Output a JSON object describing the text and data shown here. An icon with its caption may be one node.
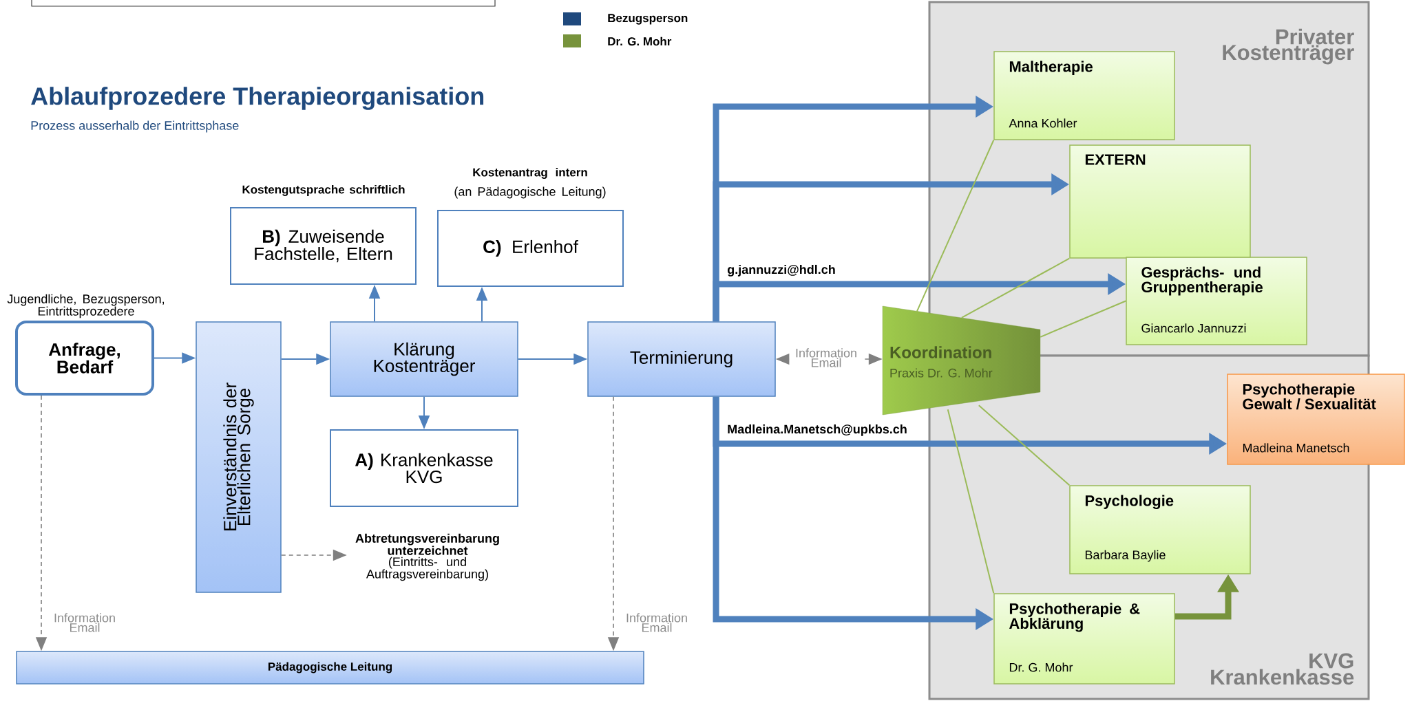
{
  "diagram": {
    "title": "Ablaufprozedere Therapieorganisation",
    "nodes": [
      {
        "text": [
          "Privater Kostenträger"
        ]
      },
      {
        "text": [
          "KVG Krankenkasse"
        ]
      },
      {
        "text": [
          "Anfrage, Bedarf"
        ],
        "beside": [
          "Jugendliche, Bezugsperson, Eintrittsprozedere"
        ]
      },
      {
        "text": [
          "Einverständnis der Elterlichen Sorge"
        ]
      },
      {
        "text": [
          "Klärung Kostenträger"
        ]
      },
      {
        "text": [
          "**B)** Zuweisende Fachstelle, Eltern"
        ],
        "beside": [
          "Kostengutsprache schriftlich"
        ]
      },
      {
        "text": [
          "**C)** Erlenhof"
        ],
        "beside": [
          "Kostenantrag intern",
          "(an Pädagogische Leitung)"
        ]
      },
      {
        "text": [
          "**A)** Krankenkasse KVG"
        ]
      },
      {
        "text": [
          "Terminierung"
        ]
      },
      {
        "text": [
          "Pädagogische Leitung"
        ]
      },
      {
        "text": [
          "Abtretungsvereinbarung unterzeichnet",
          "(Eintritts- und Auftragsvereinbarung)"
        ]
      },
      {
        "text": [
          "Koordination",
          "Praxis Dr. G. Mohr"
        ]
      },
      {
        "text": [
          "Maltherapie",
          "Anna Kohler"
        ],
        "in": 0
      },
      {
        "text": [
          "EXTERN"
        ],
        "in": 0
      },
      {
        "text": [
          "Gesprächs- und Gruppentherapie",
          "Giancarlo Jannuzzi"
        ],
        "in": 0
      },
      {
        "text": [
          "Psychotherapie Gewalt / Sexualität",
          "Madleina Manetsch"
        ]
      },
      {
        "text": [
          "Psychologie",
          "Barbara Baylie"
        ],
        "in": 1
      },
      {
        "text": [
          "Psychotherapie & Abklärung",
          "Dr. G. Mohr"
        ],
        "in": 1
      }
    ],
    "edges": [
      {
        "from": 2,
        "to": 3,
        "arrow": "to"
      },
      {
        "from": 3,
        "to": 4,
        "arrow": "to"
      },
      {
        "from": 4,
        "to": 5,
        "arrow": "to"
      },
      {
        "from": 4,
        "to": 6,
        "arrow": "to"
      },
      {
        "from": 4,
        "to": 7,
        "arrow": "to"
      },
      {
        "from": 4,
        "to": 8,
        "arrow": "to"
      },
      {
        "from": 3,
        "to": 10,
        "arrow": "to",
        "style": "dashed",
        "color": "#808080"
      },
      {
        "from": 2,
        "to": 9,
        "arrow": "to",
        "style": "dashed",
        "color": "#808080",
        "label": "Information Email"
      },
      {
        "from": 8,
        "to": 9,
        "arrow": "to",
        "style": "dashed",
        "color": "#808080",
        "label": "Information Email"
      },
      {
        "from": 8,
        "to": 11,
        "arrow": "both",
        "style": "dashed",
        "color": "#808080",
        "label": "Information Email"
      },
      {
        "from": 8,
        "to": 12,
        "arrow": "to",
        "style": "thick"
      },
      {
        "from": 8,
        "to": 13,
        "arrow": "to",
        "style": "thick"
      },
      {
        "from": 8,
        "to": 14,
        "arrow": "to",
        "style": "thick",
        "label": "g.jannuzzi@hdl.ch"
      },
      {
        "from": 8,
        "to": 15,
        "arrow": "to",
        "style": "thick",
        "label": "Madleina.Manetsch@upkbs.ch"
      },
      {
        "from": 8,
        "to": 17,
        "arrow": "to",
        "style": "thick"
      },
      {
        "from": 11,
        "to": 12,
        "arrow": "none",
        "color": "#9bbb59"
      },
      {
        "from": 11,
        "to": 13,
        "arrow": "none",
        "color": "#9bbb59"
      },
      {
        "from": 11,
        "to": 14,
        "arrow": "none",
        "color": "#9bbb59"
      },
      {
        "from": 11,
        "to": 16,
        "arrow": "none",
        "color": "#9bbb59"
      },
      {
        "from": 11,
        "to": 17,
        "arrow": "none",
        "color": "#9bbb59"
      },
      {
        "from": 17,
        "to": 16,
        "arrow": "to",
        "style": "thick",
        "color": "#77933c"
      }
    ],
    "labels": [
      "Prozess ausserhalb der Eintrittsphase"
    ],
    "legend": [
      {
        "text": "Bezugsperson",
        "color": "#1f497d"
      },
      {
        "text": "Dr. G. Mohr",
        "color": "#77933c"
      }
    ]
  }
}
